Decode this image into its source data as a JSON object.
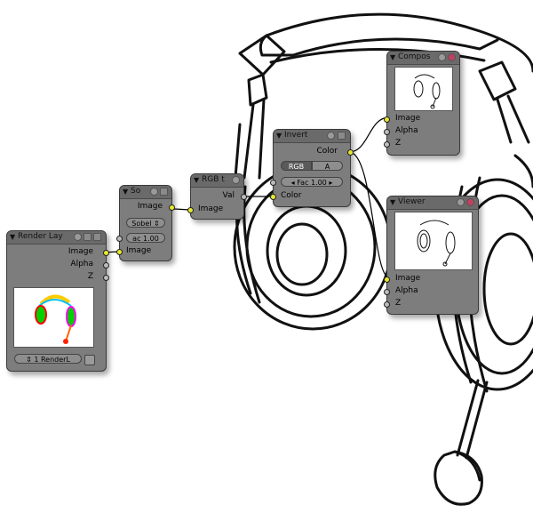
{
  "nodes": {
    "render_layers": {
      "title": "Render Lay",
      "outputs": [
        "Image",
        "Alpha",
        "Z"
      ],
      "layer_select": "1 RenderL"
    },
    "sobel": {
      "title": "So",
      "output": "Image",
      "filter_type": "Sobel",
      "fac": "ac 1.00",
      "input": "Image"
    },
    "rgb_to_bw": {
      "title": "RGB t",
      "output": "Val",
      "input": "Image"
    },
    "invert": {
      "title": "Invert",
      "output": "Color",
      "rgb_toggle": "RGB",
      "a_toggle": "A",
      "fac": "Fac 1.00",
      "input": "Color"
    },
    "composite": {
      "title": "Compos",
      "inputs": [
        "Image",
        "Alpha",
        "Z"
      ]
    },
    "viewer": {
      "title": "Viewer",
      "inputs": [
        "Image",
        "Alpha",
        "Z"
      ]
    }
  },
  "colors": {
    "node_body": "#7d7d7d",
    "node_header": "#6a6a6a",
    "socket_image": "#e8e830",
    "socket_value": "#bdbdbd",
    "link": "#000000"
  }
}
